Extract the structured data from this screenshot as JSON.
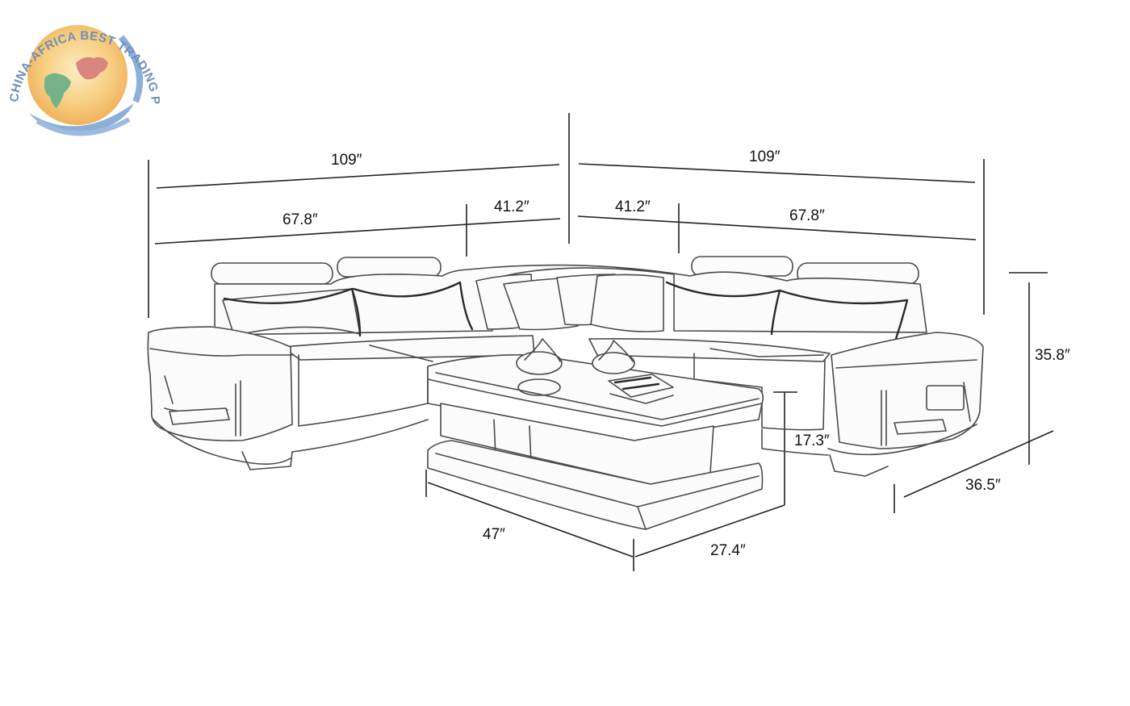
{
  "logo": {
    "text": "CHINA-AFRICA BEST TRADING PLATFORM",
    "colors": {
      "sun": "#f3c068",
      "sun_center": "#fde9b5",
      "ring": "#7fa6d3",
      "africa": "#74b28a",
      "china": "#d7877e"
    }
  },
  "dimensions": {
    "left_total_width": "109″",
    "right_total_width": "109″",
    "left_seat_width": "67.8″",
    "left_corner_width": "41.2″",
    "right_corner_width": "41.2″",
    "right_seat_width": "67.8″",
    "sofa_height": "35.8″",
    "sofa_depth": "36.5″",
    "table_height": "17.3″",
    "table_length": "47″",
    "table_width": "27.4″"
  }
}
